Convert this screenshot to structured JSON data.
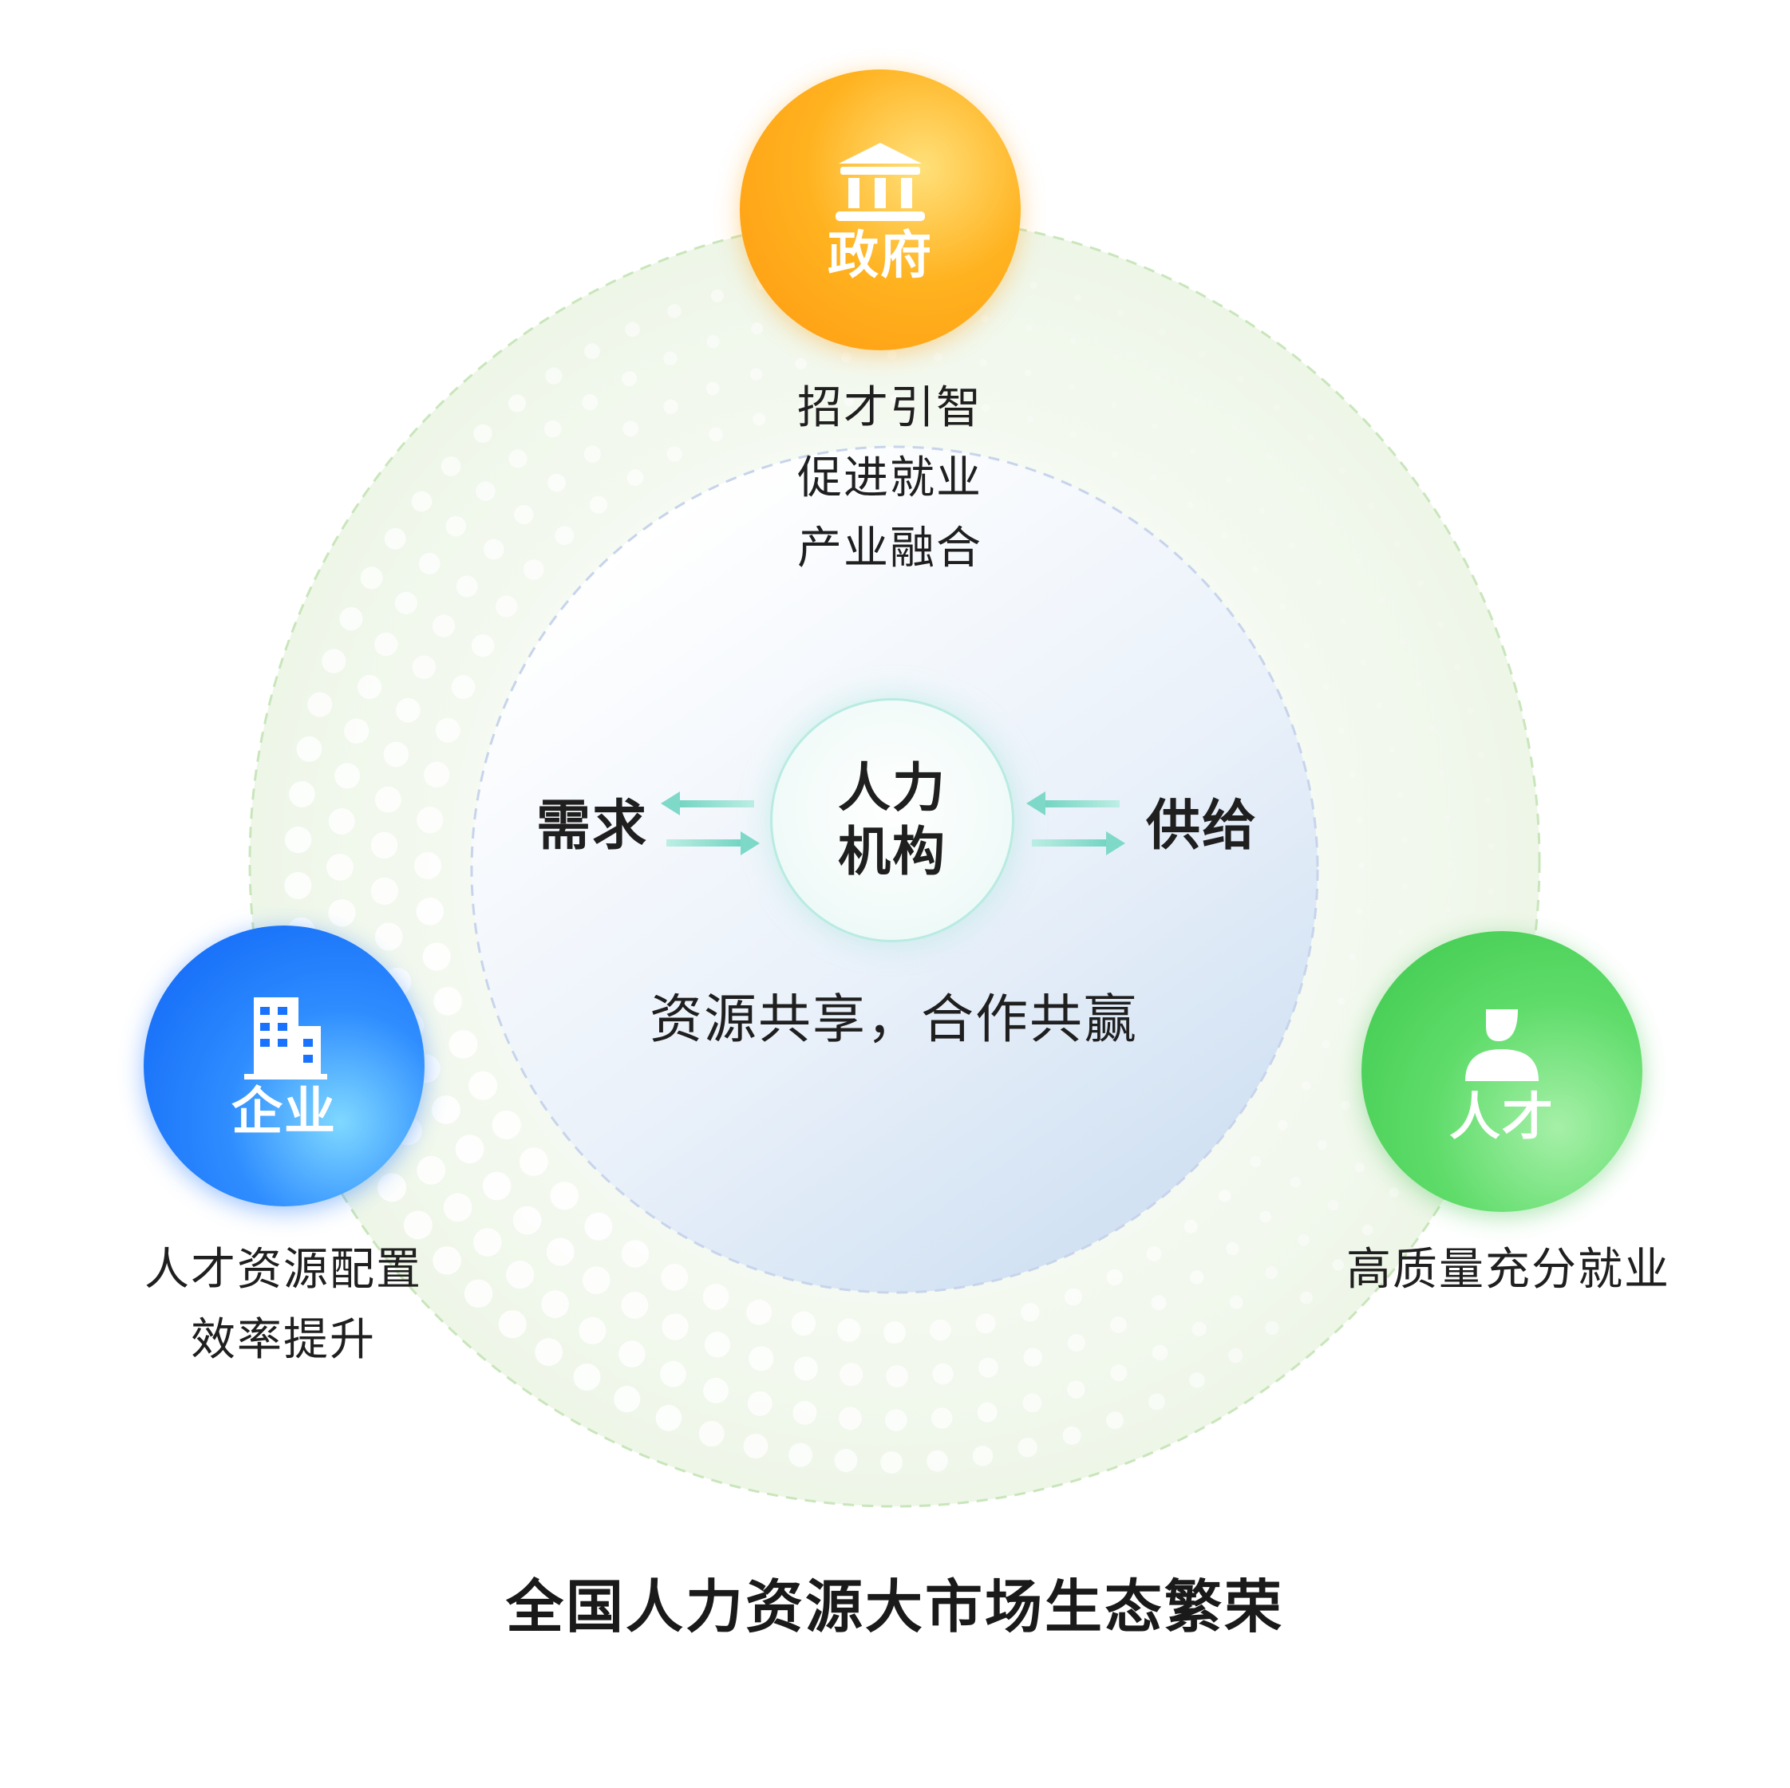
{
  "nodes": {
    "government": {
      "label": "政府",
      "icon": "government-building-icon",
      "color": "#ffaa18",
      "lines": [
        "招才引智",
        "促进就业",
        "产业融合"
      ]
    },
    "enterprise": {
      "label": "企业",
      "icon": "office-building-icon",
      "color": "#1a73ff",
      "lines": [
        "人才资源配置",
        "效率提升"
      ]
    },
    "talent": {
      "label": "人才",
      "icon": "person-icon",
      "color": "#4cd35a",
      "lines": [
        "高质量充分就业"
      ]
    }
  },
  "center": {
    "line1": "人力",
    "line2": "机构",
    "demand": "需求",
    "supply": "供给",
    "slogan": "资源共享，合作共赢",
    "arrow_color": "#7fd9c9"
  },
  "title": "全国人力资源大市场生态繁荣"
}
